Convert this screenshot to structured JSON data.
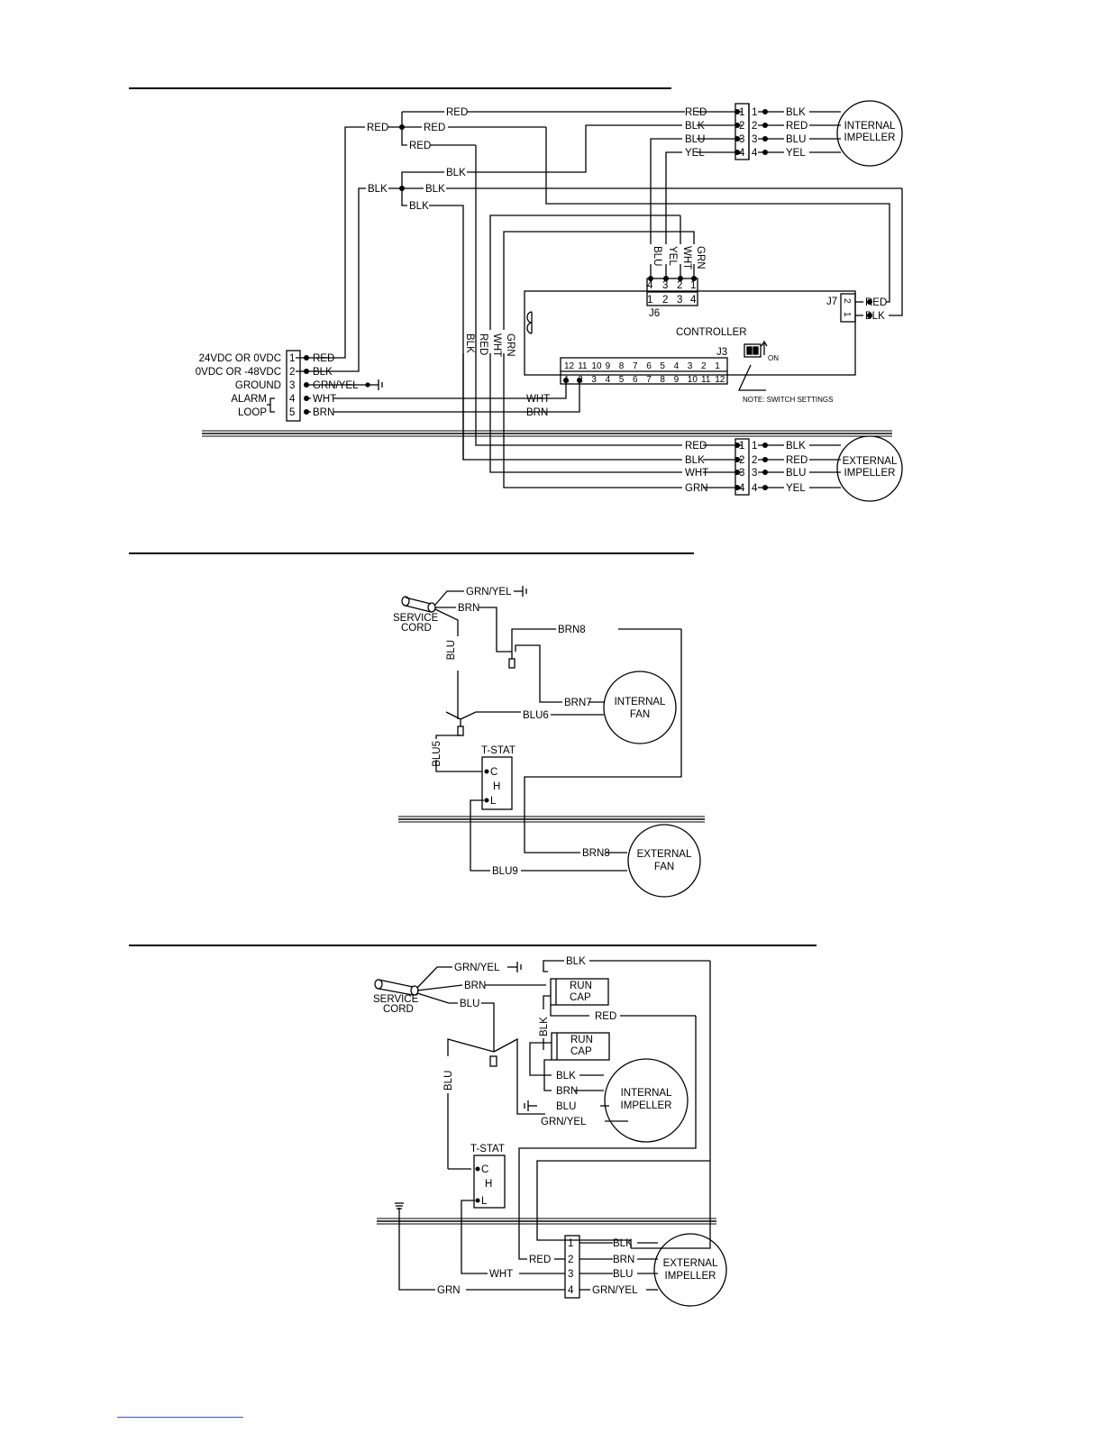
{
  "section1": {
    "red": "RED",
    "blk": "BLK",
    "blu": "BLU",
    "yel": "YEL",
    "grn": "GRN",
    "wht": "WHT",
    "brn": "BRN",
    "grn_yel": "GRN/YEL",
    "controller": "CONTROLLER",
    "j6": "J6",
    "j7": "J7",
    "j3": "J3",
    "j6_top_pins": [
      "4",
      "3",
      "2",
      "1"
    ],
    "j6_bot_pins": [
      "1",
      "2",
      "3",
      "4"
    ],
    "j6_wires": [
      "BLU",
      "YEL",
      "WHT",
      "GRN"
    ],
    "j7_pins": [
      "2",
      "1"
    ],
    "j3_top_pins": [
      "12",
      "11",
      "10",
      "9",
      "8",
      "7",
      "6",
      "5",
      "4",
      "3",
      "2",
      "1"
    ],
    "j3_bot_pins": [
      "1",
      "2",
      "3",
      "4",
      "5",
      "6",
      "7",
      "8",
      "9",
      "10",
      "11",
      "12"
    ],
    "switch_on": "ON",
    "switch_note": "NOTE: SWITCH SETTINGS",
    "terminal_labels": [
      "24VDC OR 0VDC",
      "0VDC OR -48VDC",
      "GROUND",
      "ALARM",
      "LOOP"
    ],
    "terminal_pins": [
      "1",
      "2",
      "3",
      "4",
      "5"
    ],
    "terminal_wires": [
      "RED",
      "BLK",
      "GRN/YEL",
      "WHT",
      "BRN"
    ],
    "internal_impeller": [
      "INTERNAL",
      "IMPELLER"
    ],
    "external_impeller": [
      "EXTERNAL",
      "IMPELLER"
    ],
    "int_conn_left": [
      "RED",
      "BLK",
      "BLU",
      "YEL"
    ],
    "int_conn_right": [
      "BLK",
      "RED",
      "BLU",
      "YEL"
    ],
    "ext_conn_left": [
      "RED",
      "BLK",
      "WHT",
      "GRN"
    ],
    "ext_conn_right": [
      "BLK",
      "RED",
      "BLU",
      "YEL"
    ],
    "conn_pins": [
      "1",
      "2",
      "3",
      "4"
    ],
    "vertical_wires": [
      "BLK",
      "RED",
      "WHT",
      "GRN"
    ]
  },
  "section2": {
    "service_cord": [
      "SERVICE",
      "CORD"
    ],
    "grn_yel": "GRN/YEL",
    "brn": "BRN",
    "blu": "BLU",
    "brn8": "BRN8",
    "brn7": "BRN7",
    "blu6": "BLU6",
    "blu5": "BLU5",
    "blu9": "BLU9",
    "tstat": "T-STAT",
    "tstat_c": "C",
    "tstat_h": "H",
    "tstat_l": "L",
    "internal_fan": [
      "INTERNAL",
      "FAN"
    ],
    "external_fan": [
      "EXTERNAL",
      "FAN"
    ]
  },
  "section3": {
    "service_cord": [
      "SERVICE",
      "CORD"
    ],
    "grn_yel": "GRN/YEL",
    "brn": "BRN",
    "blu": "BLU",
    "blk": "BLK",
    "red": "RED",
    "wht": "WHT",
    "grn": "GRN",
    "run_cap": [
      "RUN",
      "CAP"
    ],
    "tstat": "T-STAT",
    "tstat_c": "C",
    "tstat_h": "H",
    "tstat_l": "L",
    "internal_impeller": [
      "INTERNAL",
      "IMPELLER"
    ],
    "external_impeller": [
      "EXTERNAL",
      "IMPELLER"
    ],
    "int_wires": [
      "BLK",
      "BRN",
      "BLU",
      "GRN/YEL"
    ],
    "ext_pins": [
      "1",
      "2",
      "3",
      "4"
    ],
    "ext_wires": [
      "BLK",
      "BRN",
      "BLU",
      "GRN/YEL"
    ]
  }
}
